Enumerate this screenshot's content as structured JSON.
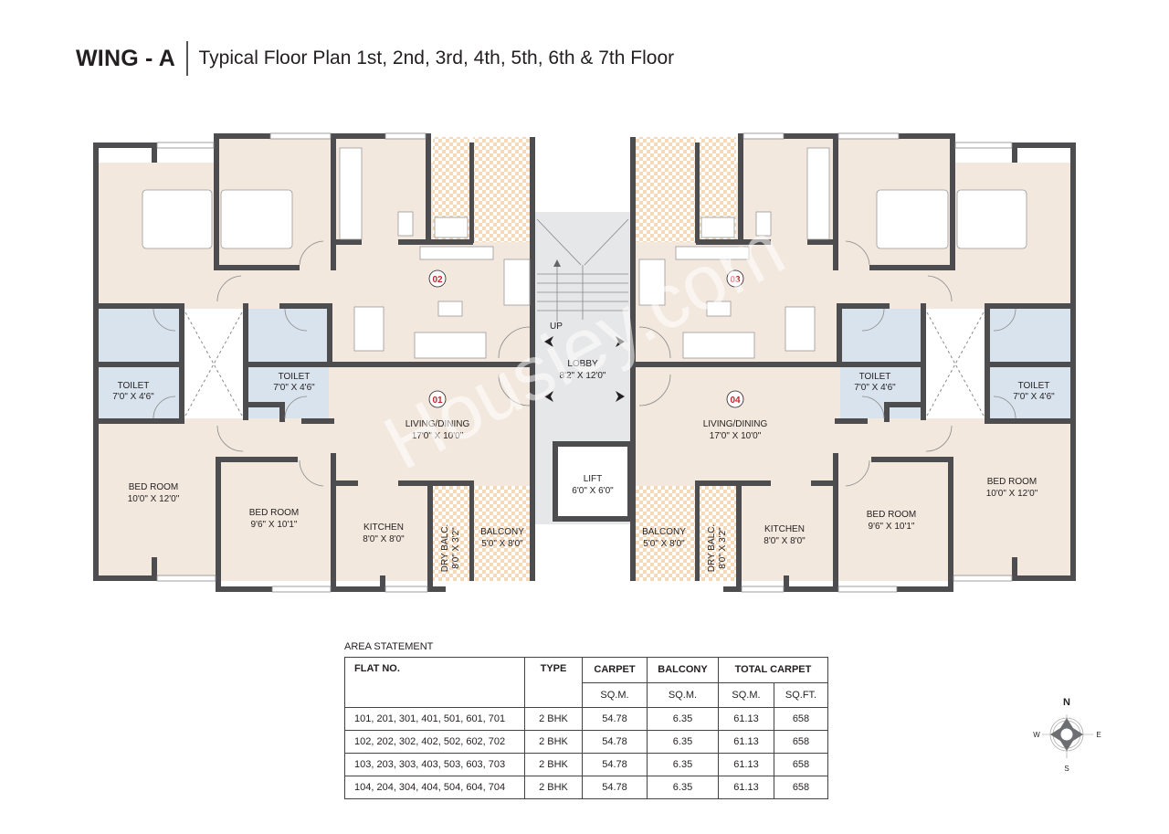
{
  "header": {
    "wing": "WING - A",
    "subtitle": "Typical Floor Plan 1st, 2nd, 3rd, 4th, 5th, 6th & 7th Floor"
  },
  "plan": {
    "flats": [
      {
        "badge": "01"
      },
      {
        "badge": "02"
      },
      {
        "badge": "03"
      },
      {
        "badge": "04"
      }
    ],
    "rooms": {
      "toilet_a1": {
        "name": "TOILET",
        "size": "7'0\" X 4'6\""
      },
      "toilet_a2": {
        "name": "TOILET",
        "size": "7'0\" X 4'6\""
      },
      "living_01": {
        "name": "LIVING/DINING",
        "size": "17'0\" X 10'0\""
      },
      "bed_01a": {
        "name": "BED ROOM",
        "size": "10'0\" X 12'0\""
      },
      "bed_01b": {
        "name": "BED ROOM",
        "size": "9'6\" X 10'1\""
      },
      "kitchen_01": {
        "name": "KITCHEN",
        "size": "8'0\" X 8'0\""
      },
      "drybalc_01": {
        "name": "DRY BALC.",
        "size": "8'0\" X 3'2\""
      },
      "balcony_01": {
        "name": "BALCONY",
        "size": "5'0\" X 8'0\""
      },
      "lobby": {
        "name": "LOBBY",
        "size": "8'2\" X 12'0\""
      },
      "stair_up": {
        "name": "UP"
      },
      "lift": {
        "name": "LIFT",
        "size": "6'0\" X 6'0\""
      },
      "toilet_b1": {
        "name": "TOILET",
        "size": "7'0\" X 4'6\""
      },
      "toilet_b2": {
        "name": "TOILET",
        "size": "7'0\" X 4'6\""
      },
      "living_04": {
        "name": "LIVING/DINING",
        "size": "17'0\" X 10'0\""
      },
      "bed_04a": {
        "name": "BED ROOM",
        "size": "10'0\" X 12'0\""
      },
      "bed_04b": {
        "name": "BED ROOM",
        "size": "9'6\" X 10'1\""
      },
      "kitchen_04": {
        "name": "KITCHEN",
        "size": "8'0\" X 8'0\""
      },
      "drybalc_04": {
        "name": "DRY BALC.",
        "size": "8'0\" X 3'2\""
      },
      "balcony_04": {
        "name": "BALCONY",
        "size": "5'0\" X 8'0\""
      }
    },
    "watermark": "Housiey.com",
    "colors": {
      "wall": "#4d4d4f",
      "floor": "#f3e8de",
      "toilet": "#d8e3ee",
      "lobby": "#e6e7e8",
      "checker": "#f5d9b8",
      "badge": "#c1272d"
    }
  },
  "area_statement": {
    "title": "AREA STATEMENT",
    "headers": {
      "flat": "FLAT NO.",
      "type": "TYPE",
      "carpet": "CARPET",
      "balcony": "BALCONY",
      "total": "TOTAL CARPET",
      "carpet_unit": "SQ.M.",
      "balcony_unit": "SQ.M.",
      "total_sqm": "SQ.M.",
      "total_sqft": "SQ.FT."
    },
    "rows": [
      {
        "flat": "101, 201, 301, 401, 501, 601, 701",
        "type": "2 BHK",
        "carpet": "54.78",
        "balcony": "6.35",
        "total_sqm": "61.13",
        "total_sqft": "658"
      },
      {
        "flat": "102, 202, 302, 402, 502, 602, 702",
        "type": "2 BHK",
        "carpet": "54.78",
        "balcony": "6.35",
        "total_sqm": "61.13",
        "total_sqft": "658"
      },
      {
        "flat": "103, 203, 303, 403, 503, 603, 703",
        "type": "2 BHK",
        "carpet": "54.78",
        "balcony": "6.35",
        "total_sqm": "61.13",
        "total_sqft": "658"
      },
      {
        "flat": "104, 204, 304, 404, 504, 604, 704",
        "type": "2 BHK",
        "carpet": "54.78",
        "balcony": "6.35",
        "total_sqm": "61.13",
        "total_sqft": "658"
      }
    ]
  },
  "compass": {
    "n": "N",
    "s": "S",
    "e": "E",
    "w": "W"
  }
}
